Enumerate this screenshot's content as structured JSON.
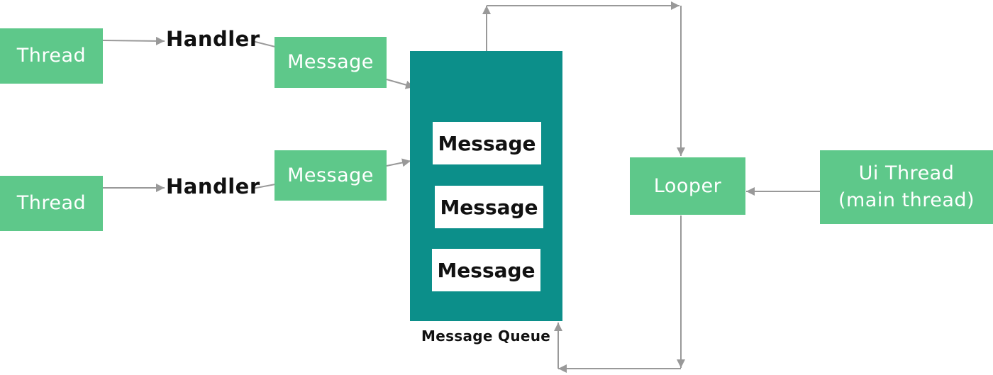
{
  "nodes": {
    "thread_1": "Thread",
    "thread_2": "Thread",
    "handler_1": "Handler",
    "handler_2": "Handler",
    "message_1": "Message",
    "message_2": "Message",
    "looper": "Looper",
    "ui_thread_line1": "Ui Thread",
    "ui_thread_line2": "(main thread)"
  },
  "queue": {
    "label": "Message Queue",
    "items": [
      "Message",
      "Message",
      "Message"
    ]
  },
  "colors": {
    "node_green": "#5ec88a",
    "queue_teal": "#0c8f8a",
    "arrow_gray": "#999999",
    "label_black": "#111111"
  }
}
